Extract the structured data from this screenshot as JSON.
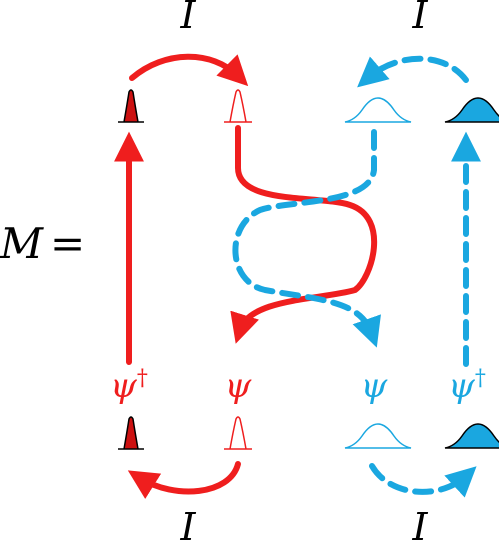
{
  "equation": {
    "lhs": "M",
    "equals": "="
  },
  "labels": {
    "top_left_I": "I",
    "top_right_I": "I",
    "bottom_left_I": "I",
    "bottom_right_I": "I"
  },
  "operators": {
    "red_left": {
      "symbol": "ψ",
      "dagger": "†"
    },
    "red_right": {
      "symbol": "ψ"
    },
    "blue_left": {
      "symbol": "ψ"
    },
    "blue_right": {
      "symbol": "ψ",
      "dagger": "†"
    }
  },
  "colors": {
    "red": "#ef1e1e",
    "blue": "#1aa7e0",
    "black": "#000000",
    "dark_red_fill": "#cc1111"
  }
}
